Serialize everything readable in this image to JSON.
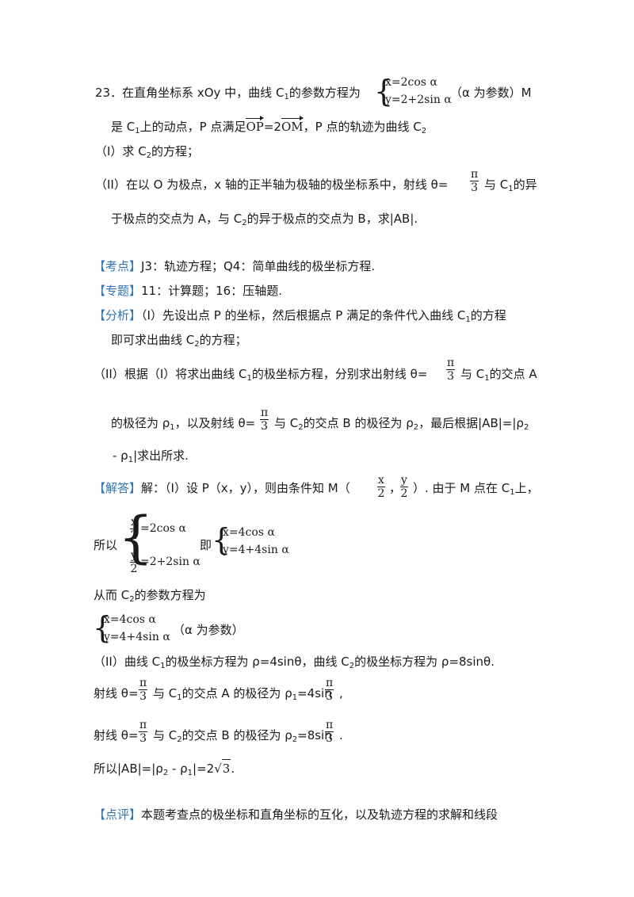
{
  "problem": {
    "l1_a": "23．在直角坐标系 xOy 中，曲线 C",
    "l1_b": "的参数方程为",
    "l1_c": "（α 为参数）M",
    "sys_x": "x=2cos α",
    "sys_y": "y=2+2sin α",
    "l2_a": "是 C",
    "l2_b": "上的动点，P 点满足",
    "l2_vec_op": "OP",
    "l2_eq": "=2",
    "l2_vec_om": "OM",
    "l2_c": "，P 点的轨迹为曲线 C",
    "part1_a": "（I）求 C",
    "part1_b": "的方程；",
    "part2_a": "（II）在以 O 为极点，x 轴的正半轴为极轴的极坐标系中，射线 θ=",
    "part2_b": "与 C",
    "part2_c": "的异",
    "part2_d": "于极点的交点为 A，与 C",
    "part2_e": "的异于极点的交点为 B，求|AB|."
  },
  "analysis": {
    "kaodian_tag": "【考点】",
    "kaodian_text": "J3：轨迹方程；Q4：简单曲线的极坐标方程.",
    "zhuanti_tag": "【专题】",
    "zhuanti_text": "11：计算题；16：压轴题.",
    "fenxi_tag": "【分析】",
    "fenxi_1a": "（I）先设出点 P 的坐标，然后根据点 P 满足的条件代入曲线 C",
    "fenxi_1b": "的方程",
    "fenxi_2a": "即可求出曲线 C",
    "fenxi_2b": "的方程；",
    "fenxi_3a": "（II）根据（I）将求出曲线 C",
    "fenxi_3b": "的极坐标方程，分别求出射线 θ=",
    "fenxi_3c": "与 C",
    "fenxi_3d": "的交点 A",
    "fenxi_4a": "的极径为 ρ",
    "fenxi_4b": "，以及射线 θ=",
    "fenxi_4c": "与 C",
    "fenxi_4d": "的交点 B 的极径为 ρ",
    "fenxi_4e": "，最后根据|AB|=|ρ",
    "fenxi_5a": "- ρ",
    "fenxi_5b": "|求出所求."
  },
  "solution": {
    "jieda_tag": "【解答】",
    "s1_a": "解：（I）设 P（x，y），则由条件知 M（",
    "s1_b": "，",
    "s1_c": "）. 由于 M 点在 C",
    "s1_d": "上，",
    "s2_a": "所以",
    "s2_b": "即",
    "sys2_r1_rest": "=2cos α",
    "sys2_r2_rest": "=2+2sin α",
    "sys3_x": "x=4cos α",
    "sys3_y": "y=4+4sin α",
    "s3_a": "从而 C",
    "s3_b": "的参数方程为",
    "sys4_x": "x=4cos α",
    "sys4_y": "y=4+4sin α",
    "s4": "（α 为参数）",
    "s5_a": "（II）曲线 C",
    "s5_b": "的极坐标方程为 ρ=4sinθ，曲线 C",
    "s5_c": "的极坐标方程为 ρ=8sinθ.",
    "s6_a": "射线 θ=",
    "s6_b": "与 C",
    "s6_c": "的交点 A 的极径为 ρ",
    "s6_d": "=4sin",
    "s6_e": ",",
    "s7_a": "射线 θ=",
    "s7_b": "与 C",
    "s7_c": "的交点 B 的极径为 ρ",
    "s7_d": "=8sin",
    "s7_e": ".",
    "s8_a": "所以|AB|=|ρ",
    "s8_b": " - ρ",
    "s8_c": "|=2",
    "s8_sqrt": "3",
    "s8_d": ".",
    "dianping_tag": "【点评】",
    "dianping_text": "本题考查点的极坐标和直角坐标的互化，以及轨迹方程的求解和线段"
  },
  "math": {
    "pi": "π",
    "three": "3",
    "x": "x",
    "y": "y",
    "two": "2",
    "sub1": "1",
    "sub2": "2"
  },
  "colors": {
    "tag": "#2e74b5",
    "text": "#1a1a1a",
    "background": "#ffffff"
  }
}
